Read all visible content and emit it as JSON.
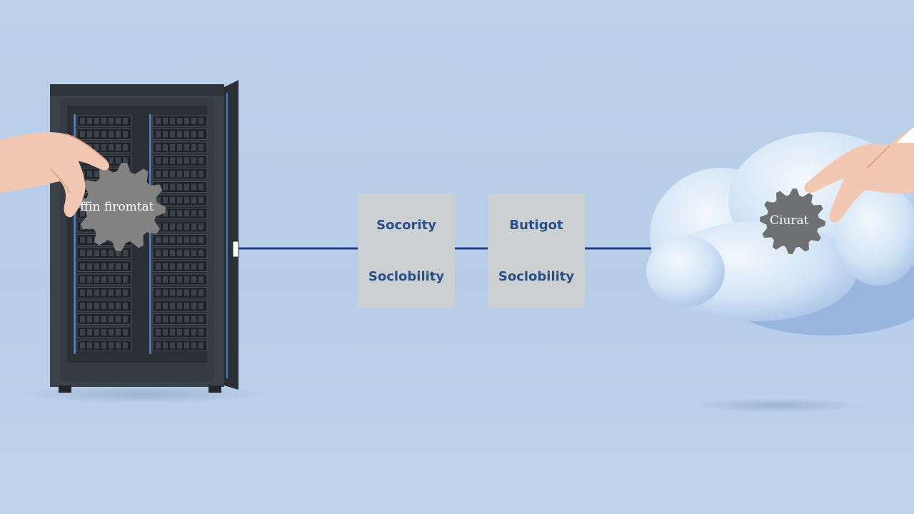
{
  "diagram": {
    "left_gear_label": "ffin firomtat",
    "right_gear_label": "Ciurat",
    "boxes": [
      {
        "top": "Socority",
        "bottom": "Soclobility"
      },
      {
        "top": "Butigot",
        "bottom": "Soclobility"
      }
    ],
    "colors": {
      "background": "#b9cfe8",
      "server_body": "#3b4148",
      "server_accent": "#3d7fd4",
      "connector_line": "#1f3f8a",
      "box_fill": "#cdd0d3",
      "box_text": "#284f86",
      "gear": "#808081",
      "cloud": "#d9e8f7"
    },
    "icons": [
      "server-rack-icon",
      "gear-icon",
      "cloud-icon",
      "hand-icon"
    ]
  }
}
